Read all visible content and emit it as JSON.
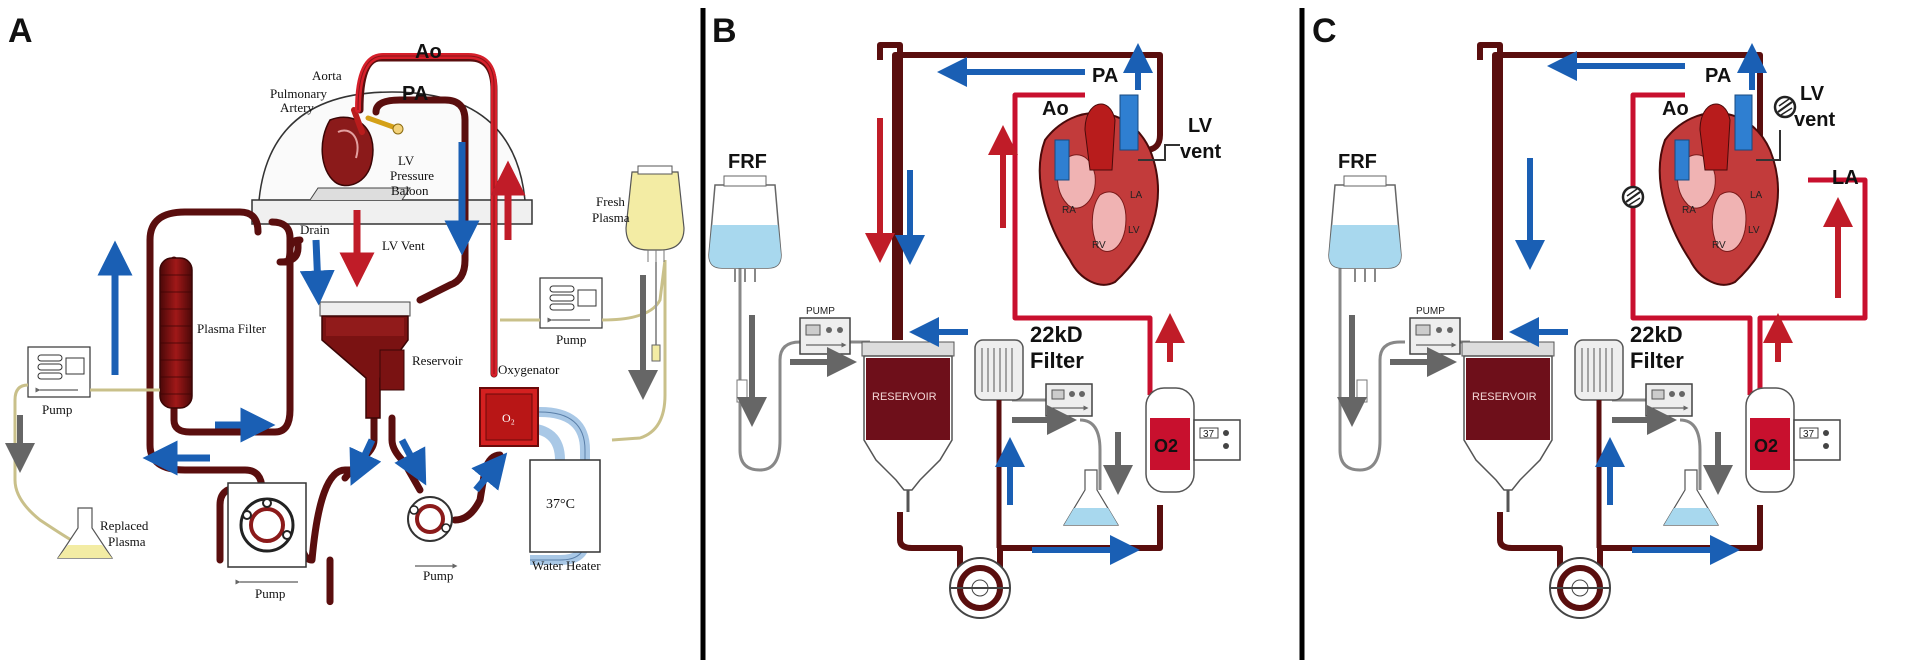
{
  "panels": {
    "a": {
      "letter": "A",
      "labels": {
        "ao": "Ao",
        "pa": "PA",
        "aorta": "Aorta",
        "pulmonary_artery_1": "Pulmonary",
        "pulmonary_artery_2": "Artery",
        "lv_balloon_1": "LV",
        "lv_balloon_2": "Pressure",
        "lv_balloon_3": "Baloon",
        "drain": "Drain",
        "lv_vent": "LV Vent",
        "reservoir": "Reservoir",
        "plasma_filter": "Plasma Filter",
        "pump_left": "Pump",
        "pump_right": "Pump",
        "pump_bottom_1": "Pump",
        "pump_bottom_2": "Pump",
        "oxygenator": "Oxygenator",
        "o2": "O₂",
        "temperature": "37°C",
        "water_heater": "Water Heater",
        "fresh_plasma_1": "Fresh",
        "fresh_plasma_2": "Plasma",
        "replaced_plasma_1": "Replaced",
        "replaced_plasma_2": "Plasma"
      }
    },
    "b": {
      "letter": "B",
      "labels": {
        "frf": "FRF",
        "pump": "PUMP",
        "reservoir": "RESERVOIR",
        "filter_1": "22kD",
        "filter_2": "Filter",
        "o2": "O2",
        "ao": "Ao",
        "pa": "PA",
        "lv_vent_1": "LV",
        "lv_vent_2": "vent",
        "ra": "RA",
        "rv": "RV",
        "la": "LA",
        "lv": "LV",
        "display": "37"
      }
    },
    "c": {
      "letter": "C",
      "labels": {
        "frf": "FRF",
        "pump": "PUMP",
        "reservoir": "RESERVOIR",
        "filter_1": "22kD",
        "filter_2": "Filter",
        "o2": "O2",
        "ao": "Ao",
        "pa": "PA",
        "lv_vent_1": "LV",
        "lv_vent_2": "vent",
        "la_outer": "LA",
        "ra": "RA",
        "rv": "RV",
        "la": "LA",
        "lv": "LV",
        "display": "37"
      }
    }
  },
  "colors": {
    "blood_dark": "#5a0e0e",
    "blood_red": "#c8102e",
    "arrow_blue": "#1a5fb4",
    "arrow_red": "#c01c28",
    "arrow_grey": "#666666",
    "water_blue": "#a9c8e6",
    "plasma_yellow": "#f3eca4",
    "frf_blue": "#a8d8ee"
  }
}
